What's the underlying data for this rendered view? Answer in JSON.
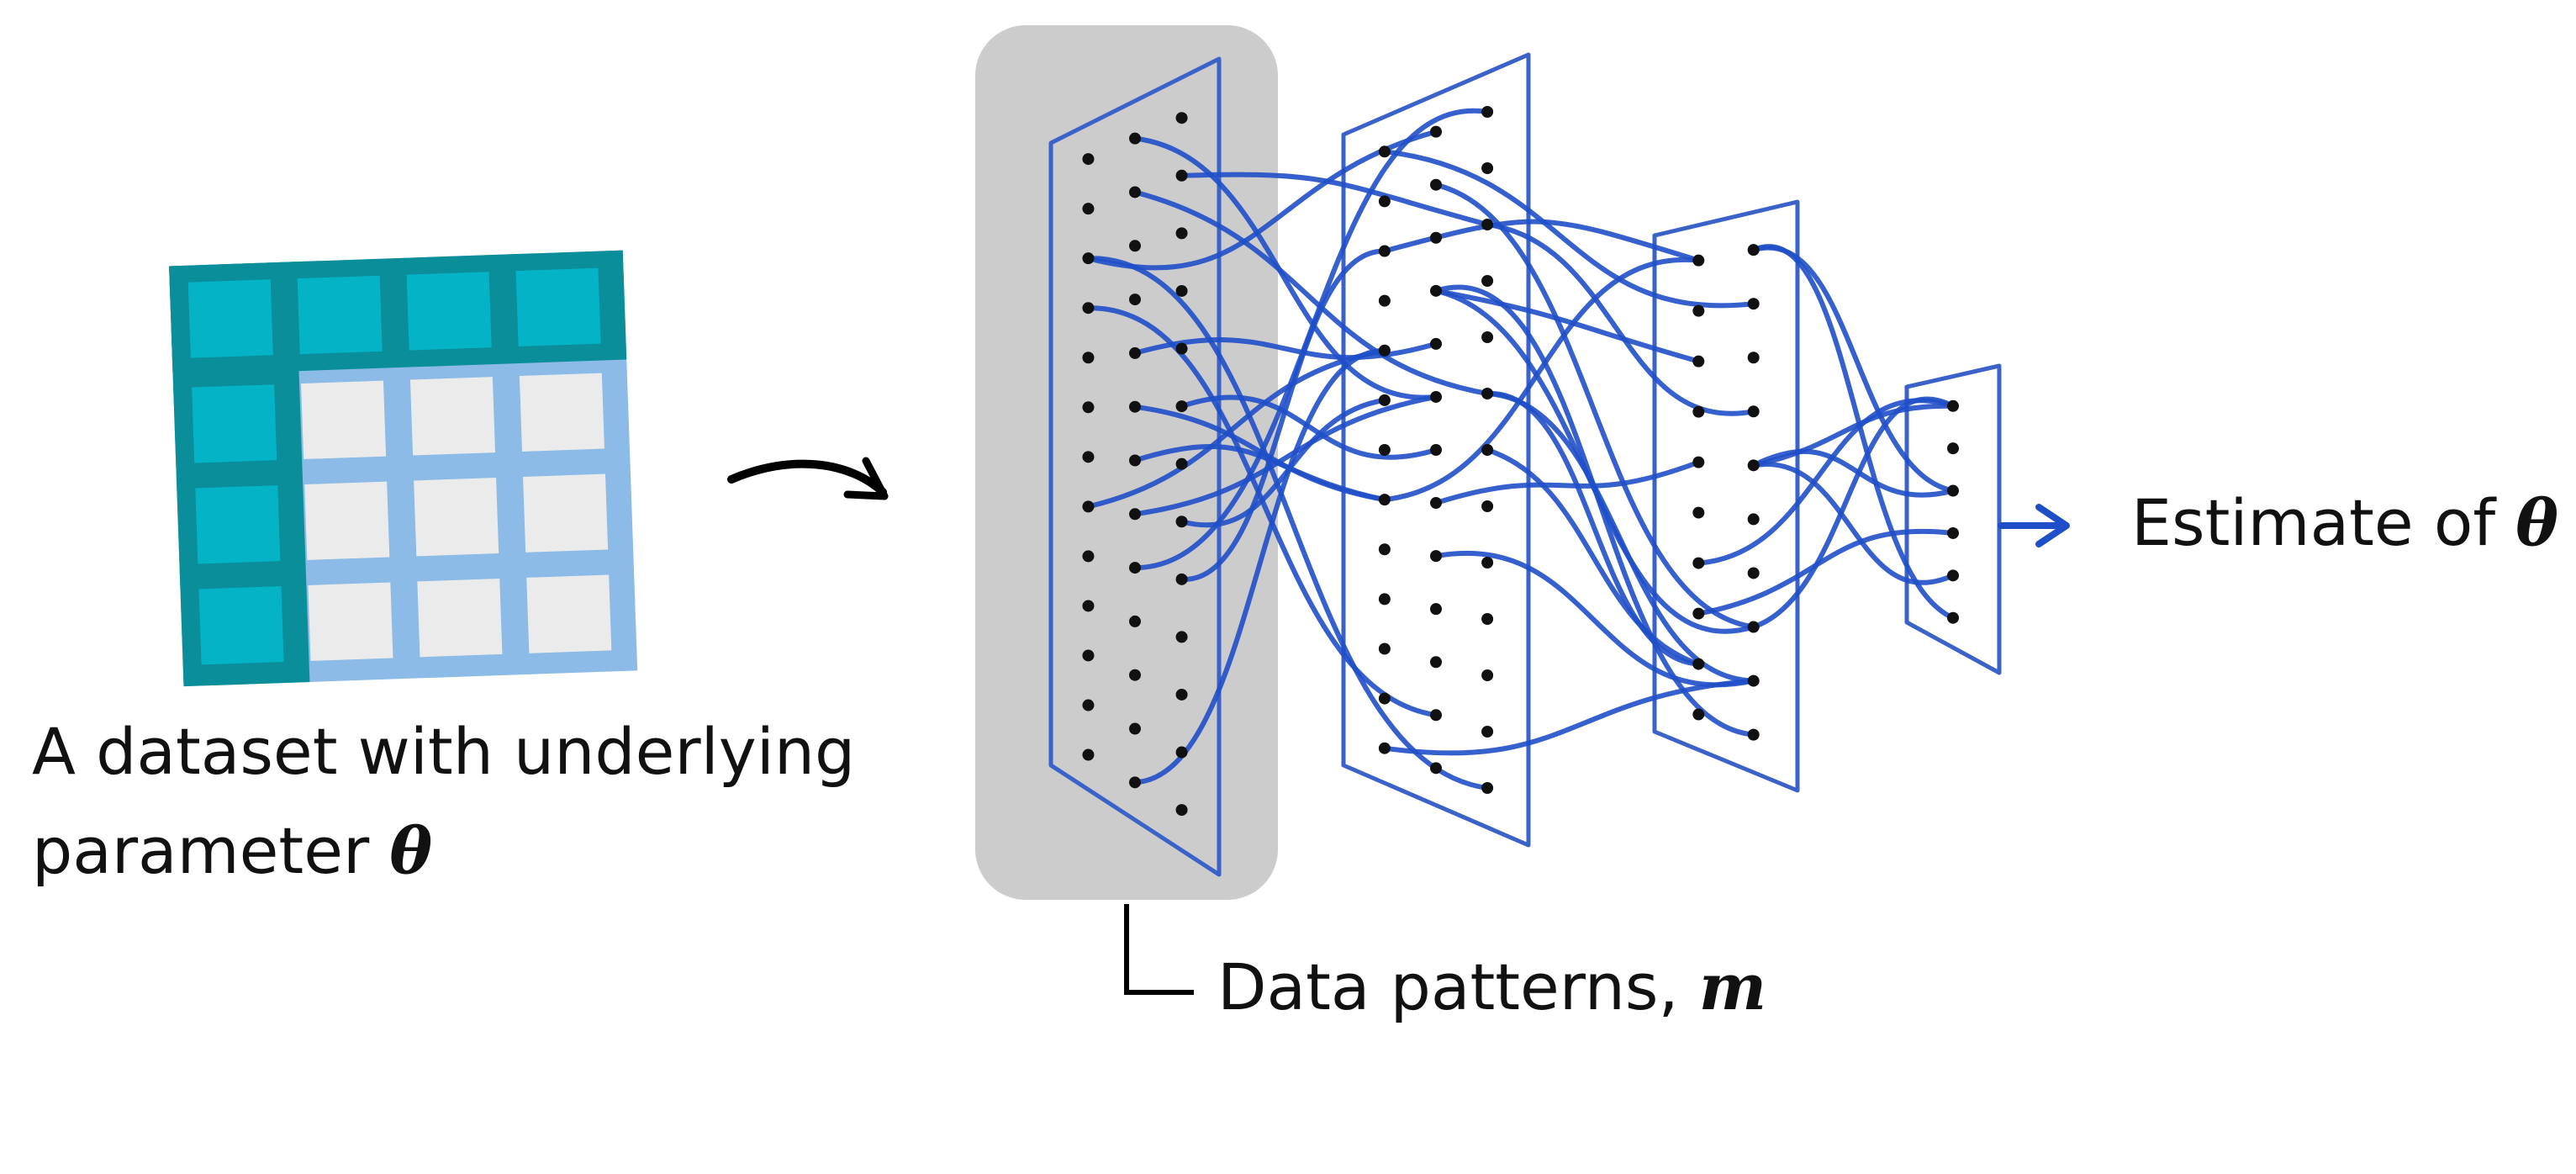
{
  "dataset": {
    "label_line1": "A dataset with underlying",
    "label_line2_text": "parameter",
    "label_symbol": "θ",
    "icon": "table-grid-icon",
    "colors": {
      "header": "#0a8e9a",
      "header_cell": "#05b3c7",
      "body_bg": "#8bbbe6",
      "body_cell": "#ebebeb"
    }
  },
  "input_arrow": {
    "icon": "curved-arrow-icon",
    "color": "#000000"
  },
  "network": {
    "icon": "neural-network-icon",
    "highlight_color": "#cccccc",
    "line_color": "#1f4fc8",
    "frame_color": "#3a62c9",
    "dot_color": "#111111",
    "layer_count": 4
  },
  "data_patterns": {
    "label_text": "Data patterns,",
    "label_symbol": "m"
  },
  "output": {
    "label_text": "Estimate of",
    "label_symbol": "θ",
    "arrow_icon": "arrow-right-icon"
  }
}
